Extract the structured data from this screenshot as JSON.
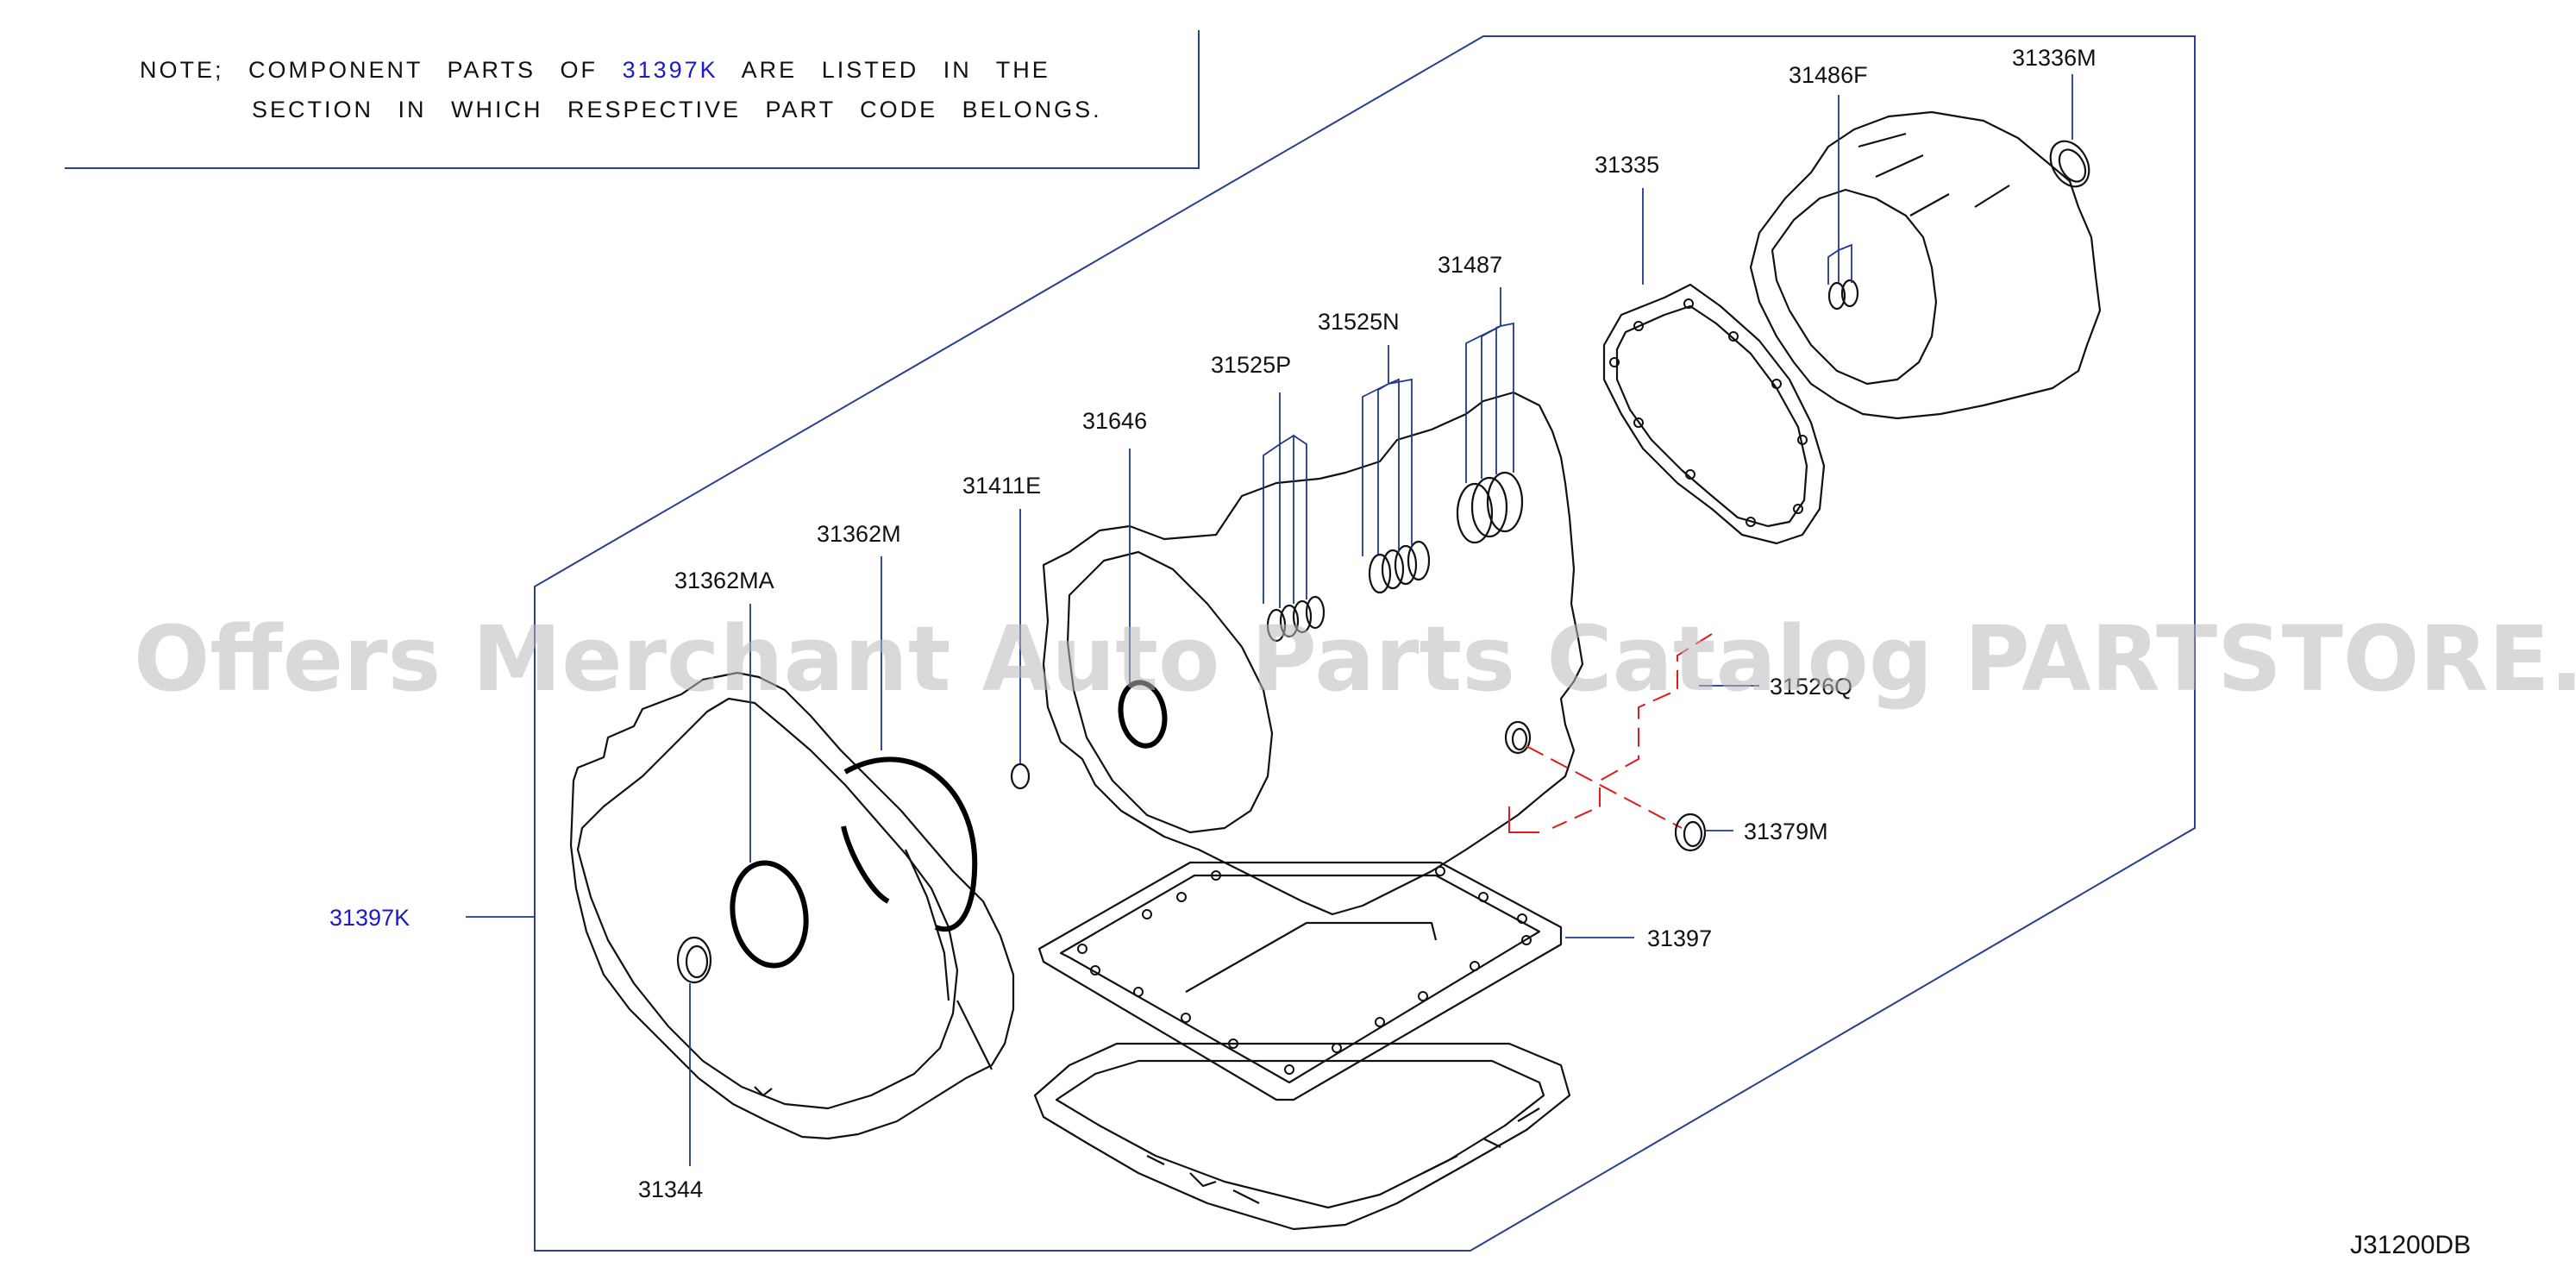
{
  "note": {
    "line1_prefix": "NOTE; COMPONENT PARTS OF",
    "line1_link": "31397K",
    "line1_suffix": "ARE LISTED IN THE",
    "line2": "SECTION IN WHICH RESPECTIVE PART CODE BELONGS."
  },
  "watermark": "Offers Merchant Auto Parts Catalog PARTSTORE.SA",
  "diagram_code": "J31200DB",
  "callouts": {
    "kit": "31397K",
    "p31344": "31344",
    "p31362MA": "31362MA",
    "p31362M": "31362M",
    "p31411E": "31411E",
    "p31646": "31646",
    "p31525P": "31525P",
    "p31525N": "31525N",
    "p31487": "31487",
    "p31335": "31335",
    "p31486F": "31486F",
    "p31336M": "31336M",
    "p31526Q": "31526Q",
    "p31379M": "31379M",
    "p31397": "31397"
  },
  "colors": {
    "link": "#1a1ac8",
    "leader": "#1e3a8a",
    "frame": "#2a3f8f",
    "hidden_line": "#e01b1b",
    "watermark": "#b9b9b9"
  }
}
